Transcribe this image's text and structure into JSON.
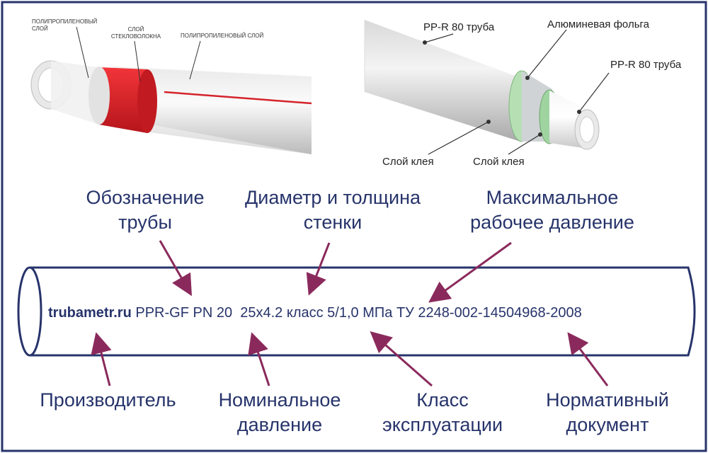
{
  "top_left": {
    "label_inner": "ПОЛИПРОПИЛЕНОВЫЙ СЛОЙ",
    "label_glass": "СЛОЙ СТЕКЛОВОЛОКНА",
    "label_outer": "ПОЛИПРОПИЛЕНОВЫЙ СЛОЙ"
  },
  "top_right": {
    "label_ppr_left": "PP-R 80 труба",
    "label_foil": "Алюминевая фольга",
    "label_ppr_right": "PP-R 80 труба",
    "label_glue_left": "Слой клея",
    "label_glue_right": "Слой клея"
  },
  "marking": {
    "brand": "trubametr.ru",
    "ppr": "PPR-GF",
    "pn": "PN 20",
    "size": "25x4.2",
    "class_text": "класс 5/1,0 МПа",
    "tu": "ТУ 2248-002-14504968-2008"
  },
  "labels_top": {
    "designation_l1": "Обозначение",
    "designation_l2": "трубы",
    "diameter_l1": "Диаметр и толщина",
    "diameter_l2": "стенки",
    "maxpress_l1": "Максимальное",
    "maxpress_l2": "рабочее давление"
  },
  "labels_bottom": {
    "manufacturer": "Производитель",
    "nominal_l1": "Номинальное",
    "nominal_l2": "давление",
    "class_l1": "Класс",
    "class_l2": "эксплуатации",
    "normative_l1": "Нормативный",
    "normative_l2": "документ"
  },
  "colors": {
    "frame": "#27346b",
    "arrow": "#8a2a5c",
    "red_layer": "#e02128",
    "green_layer": "#9fd4a0"
  }
}
